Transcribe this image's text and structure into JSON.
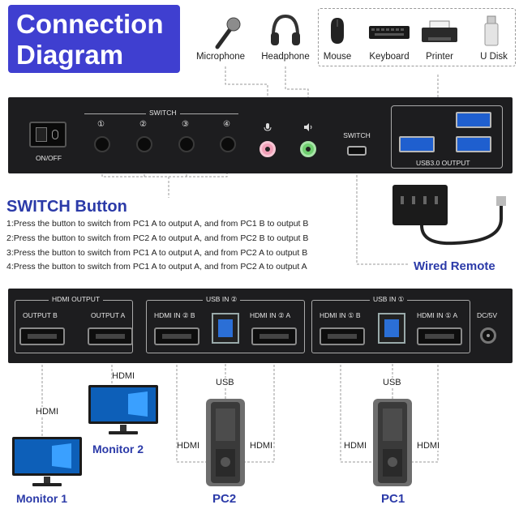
{
  "title": {
    "line1": "Connection",
    "line2": "Diagram"
  },
  "peripherals": {
    "microphone": "Microphone",
    "headphone": "Headphone",
    "mouse": "Mouse",
    "keyboard": "Keyboard",
    "printer": "Printer",
    "udisk": "U Disk"
  },
  "front_panel": {
    "switch_group_label": "SWITCH",
    "switch_buttons": [
      "①",
      "②",
      "③",
      "④"
    ],
    "power_label": "ON/OFF",
    "mic_icon": "microphone-jack-icon",
    "speaker_icon": "speaker-jack-icon",
    "remote_port_label": "SWITCH",
    "usb_output_label": "USB3.0 OUTPUT"
  },
  "switch_section": {
    "heading": "SWITCH Button",
    "steps": [
      "1:Press the button to switch from PC1 A to output A, and from PC1 B to output B",
      "2:Press the button to switch from PC2 A to output A, and from PC2 B to output B",
      "3:Press the button to switch from PC1 A to output A, and from PC2 A to output B",
      "4:Press the button to switch from PC1 A to output A, and from PC2 A to output A"
    ]
  },
  "remote": {
    "label": "Wired Remote"
  },
  "rear_panel": {
    "hdmi_output_label": "HDMI OUTPUT",
    "output_b": "OUTPUT B",
    "output_a": "OUTPUT A",
    "usb_in_2_label": "USB IN ②",
    "hdmi_in_2b": "HDMI IN ② B",
    "hdmi_in_2a": "HDMI IN ② A",
    "usb_in_1_label": "USB IN ①",
    "hdmi_in_1b": "HDMI IN ① B",
    "hdmi_in_1a": "HDMI IN ① A",
    "dc_label": "DC/5V"
  },
  "connections": {
    "hdmi": "HDMI",
    "usb": "USB"
  },
  "devices": {
    "monitor1": "Monitor 1",
    "monitor2": "Monitor 2",
    "pc2": "PC2",
    "pc1": "PC1"
  },
  "colors": {
    "title_bg": "#3f3fd0",
    "caption_blue": "#2b3aa8",
    "panel": "#1d1d1f",
    "usb_blue": "#1f5fcf",
    "mic_pink": "#f2a0b8",
    "headphone_green": "#6fcf6f"
  }
}
